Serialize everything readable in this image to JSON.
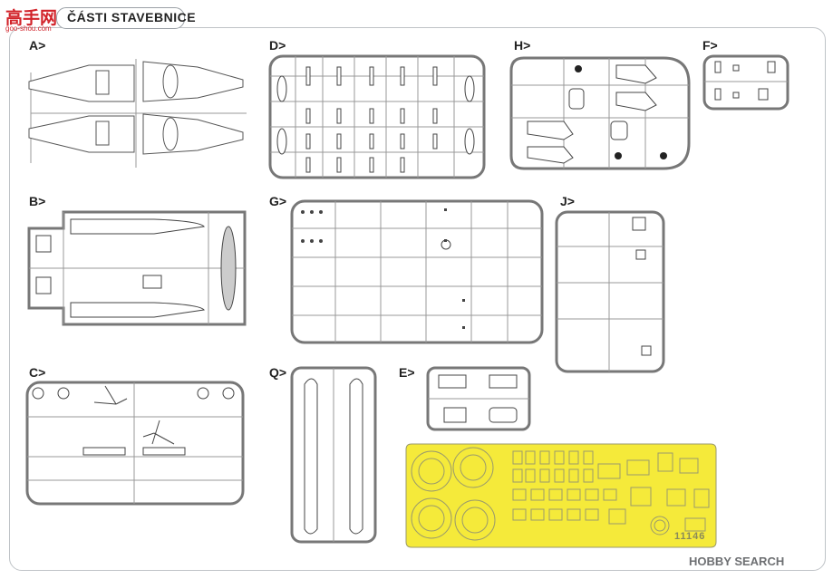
{
  "header": {
    "title": "ČÁSTI STAVEBNICE",
    "logo_text": "高手网",
    "logo_sub": "goo-shou.com"
  },
  "sprues": {
    "A": "A>",
    "B": "B>",
    "C": "C>",
    "D": "D>",
    "E": "E>",
    "F": "F>",
    "G": "G>",
    "H": "H>",
    "J": "J>",
    "Q": "Q>"
  },
  "mask": {
    "number": "11146",
    "color": "#f5ea3a"
  },
  "watermark": "HOBBY SEARCH"
}
